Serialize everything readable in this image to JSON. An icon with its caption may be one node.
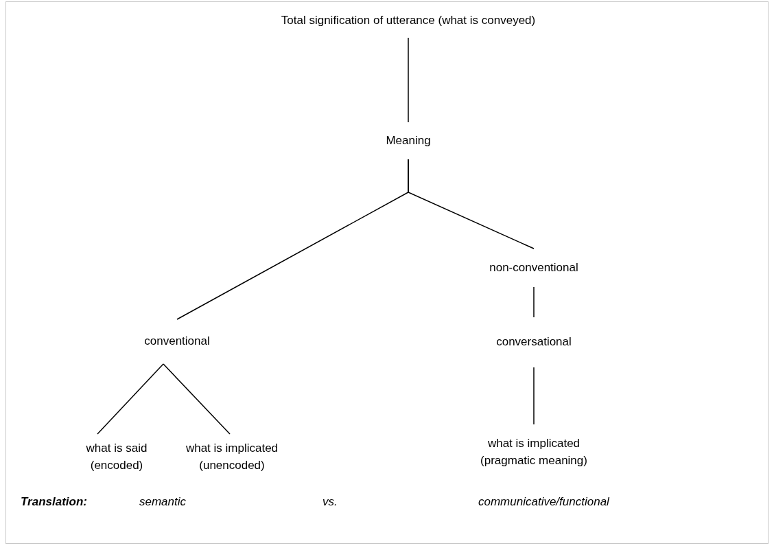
{
  "diagram": {
    "nodes": [
      {
        "text": [
          "Total signification of utterance (what is conveyed)"
        ]
      },
      {
        "text": [
          "Meaning"
        ]
      },
      {
        "text": [
          "conventional"
        ]
      },
      {
        "text": [
          "non-conventional"
        ]
      },
      {
        "text": [
          "conversational"
        ]
      },
      {
        "text": [
          "what is said (encoded)"
        ]
      },
      {
        "text": [
          "what is implicated (unencoded)"
        ]
      },
      {
        "text": [
          "what is implicated (pragmatic meaning)"
        ]
      }
    ],
    "edges": [
      {
        "from": 0,
        "to": 1,
        "arrow": "none"
      },
      {
        "from": 1,
        "to": 2,
        "arrow": "none"
      },
      {
        "from": 1,
        "to": 3,
        "arrow": "none"
      },
      {
        "from": 3,
        "to": 4,
        "arrow": "none"
      },
      {
        "from": 2,
        "to": 5,
        "arrow": "none"
      },
      {
        "from": 2,
        "to": 6,
        "arrow": "none"
      },
      {
        "from": 4,
        "to": 7,
        "arrow": "none"
      }
    ],
    "labels": [
      "**Translation:**",
      "semantic",
      "vs.",
      "communicative/functional"
    ]
  }
}
